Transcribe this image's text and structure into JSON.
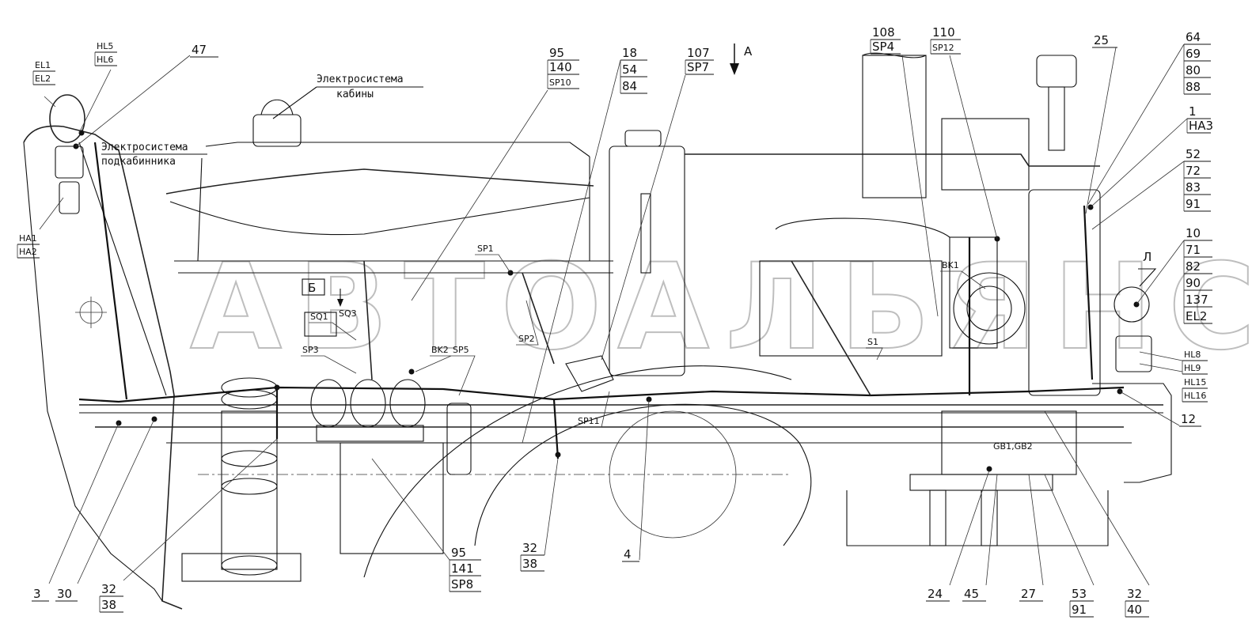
{
  "watermark": "АВТОАЛЬЯНС",
  "notes": {
    "cab_electrics": [
      "Электросистема",
      "кабины"
    ],
    "subcab_electrics": [
      "Электросистема",
      "подкабинника"
    ]
  },
  "view_marks": {
    "view_a": "А",
    "view_b": "Б",
    "view_l": "Л"
  },
  "callouts": [
    {
      "id": "c-el",
      "lines": [
        "EL1",
        "EL2"
      ]
    },
    {
      "id": "c-hl56",
      "lines": [
        "HL5",
        "HL6"
      ]
    },
    {
      "id": "c-47",
      "lines": [
        "47"
      ]
    },
    {
      "id": "c-ha12",
      "lines": [
        "HA1",
        "HA2"
      ]
    },
    {
      "id": "c-95a",
      "lines": [
        "95",
        "140",
        "SP10"
      ]
    },
    {
      "id": "c-18",
      "lines": [
        "18",
        "54",
        "84"
      ]
    },
    {
      "id": "c-107",
      "lines": [
        "107",
        "SP7"
      ]
    },
    {
      "id": "c-108",
      "lines": [
        "108",
        "SP4"
      ]
    },
    {
      "id": "c-110",
      "lines": [
        "110",
        "SP12"
      ]
    },
    {
      "id": "c-25",
      "lines": [
        "25"
      ]
    },
    {
      "id": "c-64",
      "lines": [
        "64",
        "69",
        "80",
        "88"
      ]
    },
    {
      "id": "c-1",
      "lines": [
        "1",
        "HA3"
      ]
    },
    {
      "id": "c-52",
      "lines": [
        "52",
        "72",
        "83",
        "91"
      ]
    },
    {
      "id": "c-10",
      "lines": [
        "10",
        "71",
        "82",
        "90",
        "137",
        "EL2"
      ]
    },
    {
      "id": "c-hl89",
      "lines": [
        "HL8",
        "HL9"
      ]
    },
    {
      "id": "c-hl1516",
      "lines": [
        "HL15",
        "HL16"
      ]
    },
    {
      "id": "c-12",
      "lines": [
        "12"
      ]
    },
    {
      "id": "c-3",
      "lines": [
        "3"
      ]
    },
    {
      "id": "c-30",
      "lines": [
        "30"
      ]
    },
    {
      "id": "c-32a",
      "lines": [
        "32",
        "38"
      ]
    },
    {
      "id": "c-95b",
      "lines": [
        "95",
        "141",
        "SP8"
      ]
    },
    {
      "id": "c-32b",
      "lines": [
        "32",
        "38"
      ]
    },
    {
      "id": "c-4",
      "lines": [
        "4"
      ]
    },
    {
      "id": "c-24",
      "lines": [
        "24"
      ]
    },
    {
      "id": "c-45",
      "lines": [
        "45"
      ]
    },
    {
      "id": "c-27",
      "lines": [
        "27"
      ]
    },
    {
      "id": "c-53",
      "lines": [
        "53",
        "91"
      ]
    },
    {
      "id": "c-32c",
      "lines": [
        "32",
        "40"
      ]
    }
  ],
  "component_labels": {
    "sp1": "SP1",
    "sp2": "SP2",
    "sp3": "SP3",
    "sp5": "SP5",
    "sp11": "SP11",
    "sq1": "SQ1",
    "sq3": "SQ3",
    "bk1": "BK1",
    "bk2": "BK2",
    "s1": "S1",
    "gb": "GB1,GB2"
  }
}
